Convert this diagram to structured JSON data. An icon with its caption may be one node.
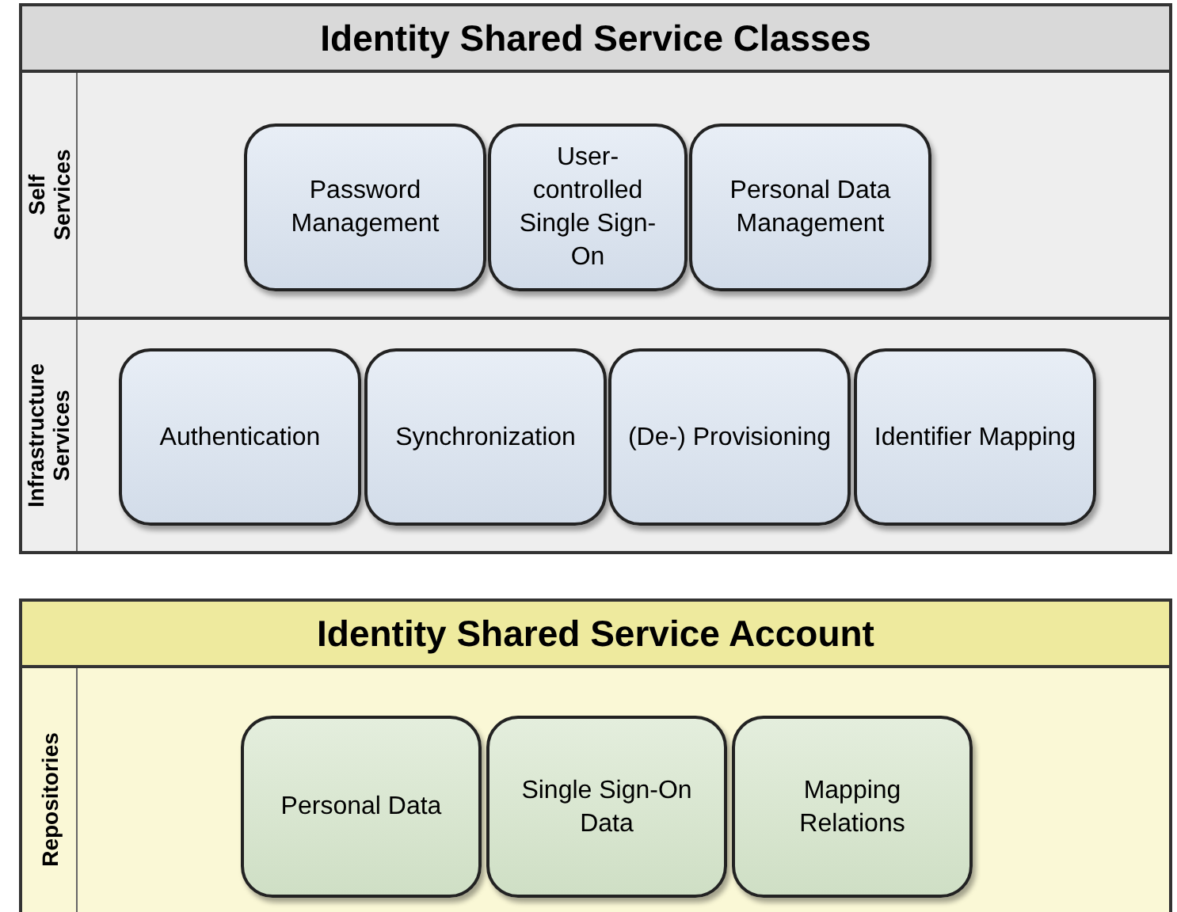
{
  "diagram": {
    "nodes": [
      {
        "text": [
          "Identity Shared Service Classes"
        ]
      },
      {
        "text": [
          "Self Services"
        ],
        "in": 0
      },
      {
        "text": [
          "Password Management"
        ],
        "in": 1
      },
      {
        "text": [
          "User-controlled Single Sign-On"
        ],
        "in": 1
      },
      {
        "text": [
          "Personal Data Management"
        ],
        "in": 1
      },
      {
        "text": [
          "Infrastructure Services"
        ],
        "in": 0
      },
      {
        "text": [
          "Authentication"
        ],
        "in": 5
      },
      {
        "text": [
          "Synchronization"
        ],
        "in": 5
      },
      {
        "text": [
          "(De-) Provisioning"
        ],
        "in": 5
      },
      {
        "text": [
          "Identifier Mapping"
        ],
        "in": 5
      },
      {
        "text": [
          "Identity Shared Service Account"
        ]
      },
      {
        "text": [
          "Repositories"
        ],
        "in": 10
      },
      {
        "text": [
          "Personal Data"
        ],
        "in": 11
      },
      {
        "text": [
          "Single Sign-On Data"
        ],
        "in": 11
      },
      {
        "text": [
          "Mapping Relations"
        ],
        "in": 11
      }
    ],
    "edges": []
  }
}
